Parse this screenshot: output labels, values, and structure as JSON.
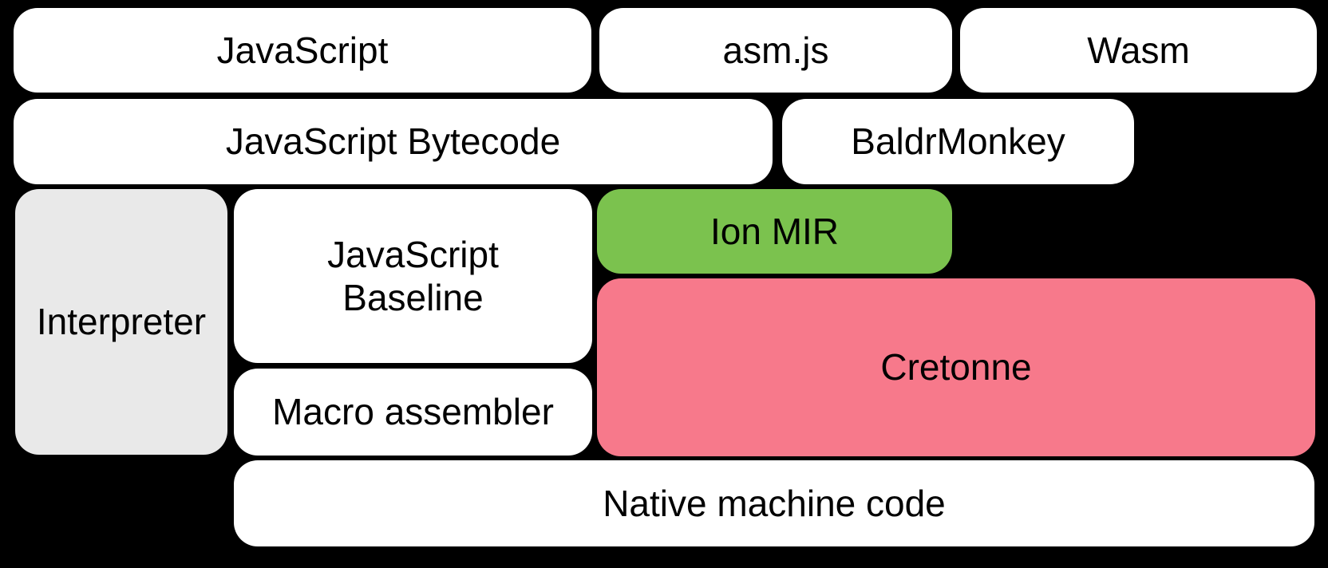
{
  "diagram": {
    "background": "#000000",
    "text_color": "#000000",
    "boxes": {
      "javascript": {
        "label": "JavaScript",
        "color": "#ffffff"
      },
      "asm_js": {
        "label": "asm.js",
        "color": "#ffffff"
      },
      "wasm": {
        "label": "Wasm",
        "color": "#ffffff"
      },
      "javascript_bytecode": {
        "label": "JavaScript Bytecode",
        "color": "#ffffff"
      },
      "baldrmonkey": {
        "label": "BaldrMonkey",
        "color": "#ffffff"
      },
      "interpreter": {
        "label": "Interpreter",
        "color": "#e9e9e9"
      },
      "javascript_baseline": {
        "label": "JavaScript\nBaseline",
        "color": "#ffffff"
      },
      "ion_mir": {
        "label": "Ion MIR",
        "color": "#7bc24e"
      },
      "cretonne": {
        "label": "Cretonne",
        "color": "#f7798b"
      },
      "macro_assembler": {
        "label": "Macro assembler",
        "color": "#ffffff"
      },
      "native_machine_code": {
        "label": "Native machine code",
        "color": "#ffffff"
      }
    }
  }
}
